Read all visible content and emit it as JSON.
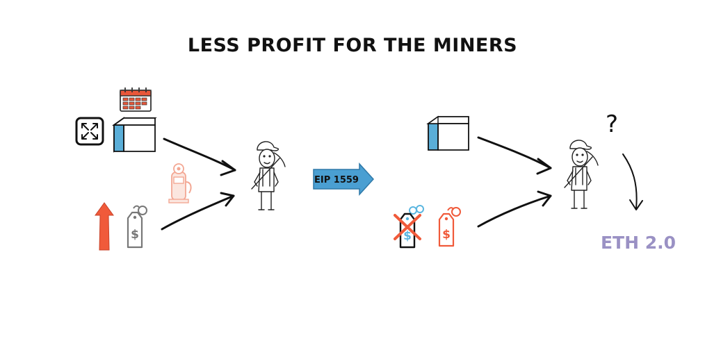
{
  "title": "LESS PROFIT FOR THE MINERS",
  "eip_label": "EIP 1559",
  "eth_label": "ETH 2.0",
  "question_mark": "?",
  "dollar_sign": "$",
  "icons": [
    "expand-icon",
    "calendar-icon",
    "block-cube-icon",
    "gas-pump-icon",
    "up-arrow-icon",
    "price-tag-icon",
    "miner-icon",
    "crossed-price-tag-icon"
  ],
  "colors": {
    "text": "#111111",
    "block_face": "#5aaed8",
    "orange": "#f05a3a",
    "orange_light": "#f3a793",
    "eip_arrow": "#4a9fd2",
    "eth_text": "#9a91c4",
    "tag_gray": "#777777",
    "tag_blue": "#5ab6e0"
  }
}
